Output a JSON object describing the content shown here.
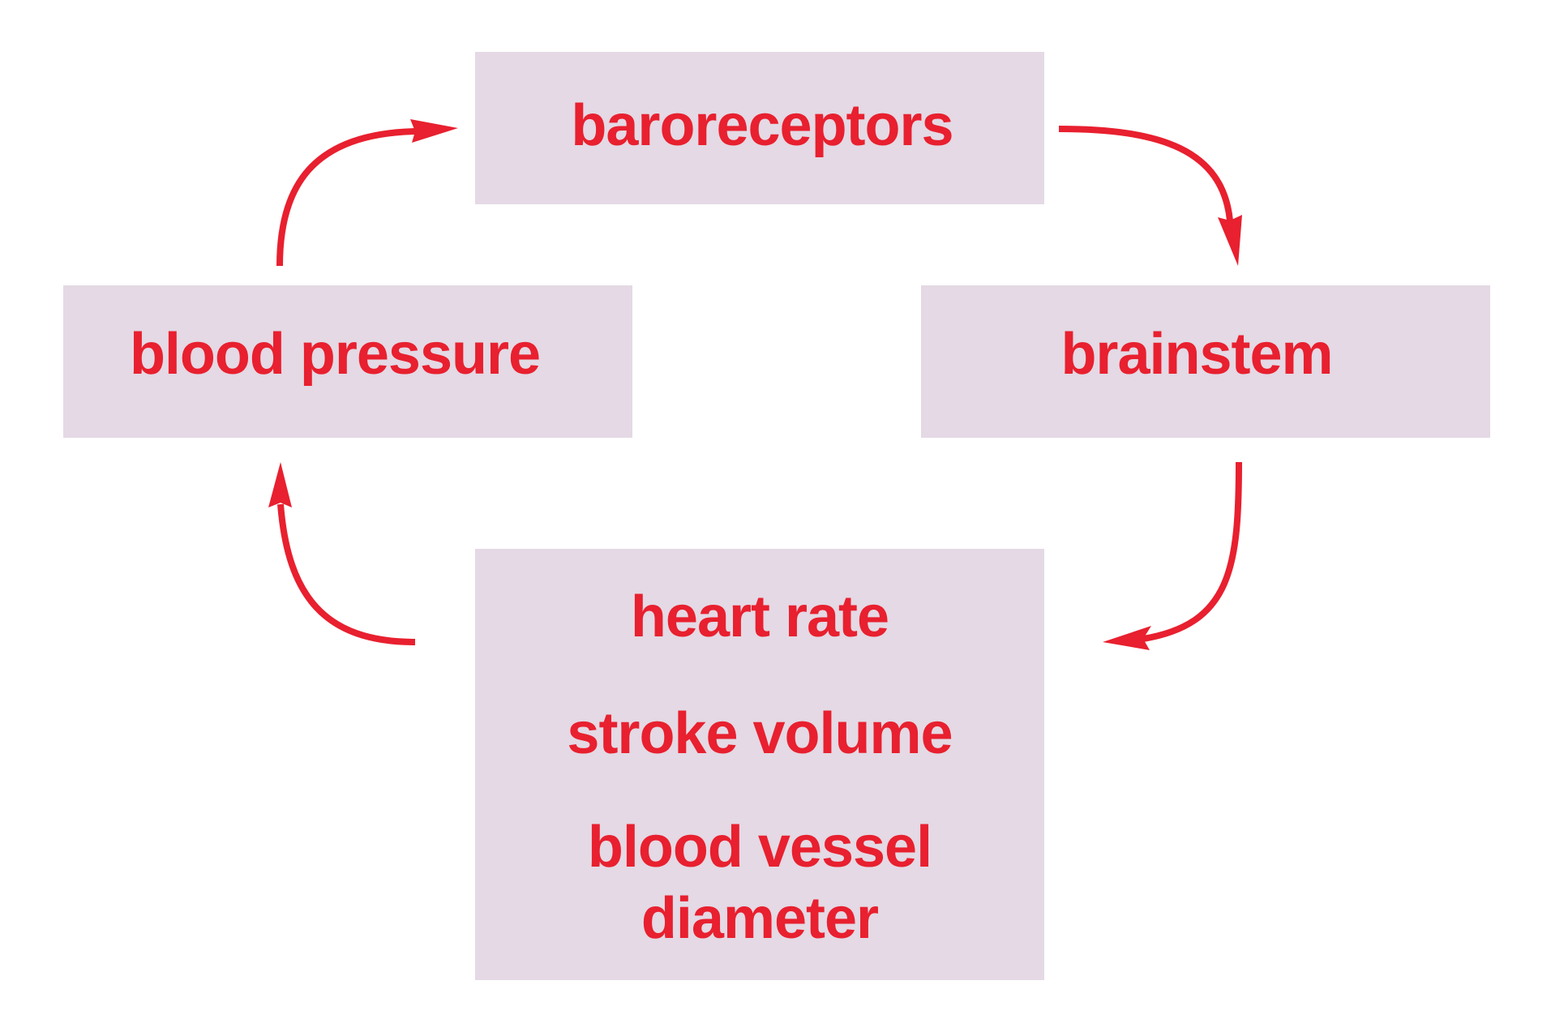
{
  "diagram": {
    "nodes": {
      "baroreceptors": "baroreceptors",
      "brainstem": "brainstem",
      "blood_pressure": "blood pressure",
      "effectors": {
        "line1": "heart rate",
        "line2": "stroke volume",
        "line3": "blood vessel",
        "line4": "diameter"
      }
    },
    "edges": [
      {
        "from": "blood pressure",
        "to": "baroreceptors"
      },
      {
        "from": "baroreceptors",
        "to": "brainstem"
      },
      {
        "from": "brainstem",
        "to": "heart rate / stroke volume / blood vessel diameter"
      },
      {
        "from": "heart rate / stroke volume / blood vessel diameter",
        "to": "blood pressure"
      }
    ],
    "colors": {
      "text": "#e8202f",
      "arrow": "#e8202f",
      "box_fill": "#e4d9e4",
      "background": "#ffffff"
    }
  }
}
